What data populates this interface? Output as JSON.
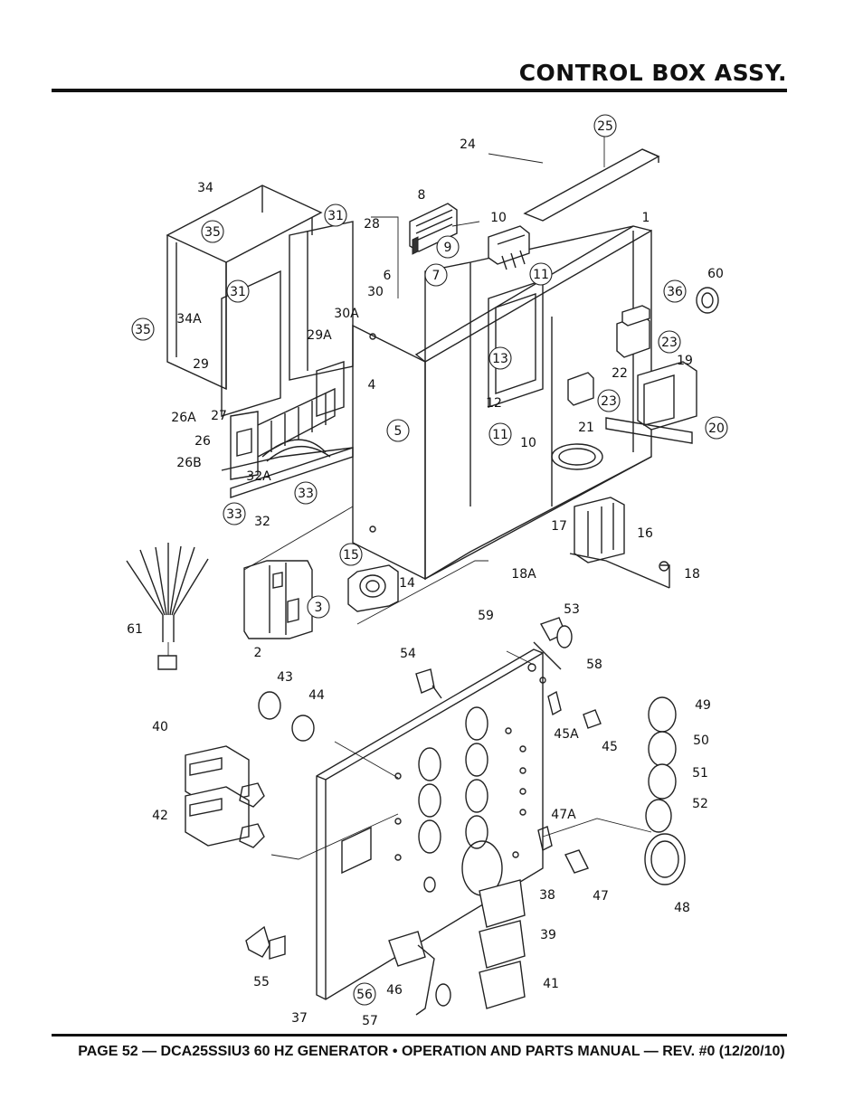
{
  "page": {
    "title": "CONTROL BOX ASSY.",
    "footer": "PAGE 52 — DCA25SSIU3 60 HZ GENERATOR • OPERATION AND PARTS MANUAL — REV. #0 (12/20/10)"
  },
  "callouts": [
    {
      "id": "c25",
      "label": "25",
      "circled": true
    },
    {
      "id": "c24",
      "label": "24",
      "circled": false
    },
    {
      "id": "c1",
      "label": "1",
      "circled": false
    },
    {
      "id": "c8",
      "label": "8",
      "circled": false
    },
    {
      "id": "c10a",
      "label": "10",
      "circled": false
    },
    {
      "id": "c9",
      "label": "9",
      "circled": true
    },
    {
      "id": "c11a",
      "label": "11",
      "circled": true
    },
    {
      "id": "c7",
      "label": "7",
      "circled": true
    },
    {
      "id": "c6",
      "label": "6",
      "circled": false
    },
    {
      "id": "c34",
      "label": "34",
      "circled": false
    },
    {
      "id": "c35a",
      "label": "35",
      "circled": true
    },
    {
      "id": "c31a",
      "label": "31",
      "circled": true
    },
    {
      "id": "c28",
      "label": "28",
      "circled": false
    },
    {
      "id": "c30",
      "label": "30",
      "circled": false
    },
    {
      "id": "c30a",
      "label": "30A",
      "circled": false
    },
    {
      "id": "c31b",
      "label": "31",
      "circled": true
    },
    {
      "id": "c29a",
      "label": "29A",
      "circled": false
    },
    {
      "id": "c34a",
      "label": "34A",
      "circled": false
    },
    {
      "id": "c35b",
      "label": "35",
      "circled": true
    },
    {
      "id": "c29",
      "label": "29",
      "circled": false
    },
    {
      "id": "c36",
      "label": "36",
      "circled": true
    },
    {
      "id": "c60",
      "label": "60",
      "circled": false
    },
    {
      "id": "c23a",
      "label": "23",
      "circled": true
    },
    {
      "id": "c13",
      "label": "13",
      "circled": true
    },
    {
      "id": "c22",
      "label": "22",
      "circled": false
    },
    {
      "id": "c19",
      "label": "19",
      "circled": false
    },
    {
      "id": "c4",
      "label": "4",
      "circled": false
    },
    {
      "id": "c12",
      "label": "12",
      "circled": false
    },
    {
      "id": "c23b",
      "label": "23",
      "circled": true
    },
    {
      "id": "c5",
      "label": "5",
      "circled": true
    },
    {
      "id": "c21",
      "label": "21",
      "circled": false
    },
    {
      "id": "c20",
      "label": "20",
      "circled": true
    },
    {
      "id": "c26a",
      "label": "26A",
      "circled": false
    },
    {
      "id": "c27",
      "label": "27",
      "circled": false
    },
    {
      "id": "c26",
      "label": "26",
      "circled": false
    },
    {
      "id": "c11b",
      "label": "11",
      "circled": true
    },
    {
      "id": "c10b",
      "label": "10",
      "circled": false
    },
    {
      "id": "c26b",
      "label": "26B",
      "circled": false
    },
    {
      "id": "c32a",
      "label": "32A",
      "circled": false
    },
    {
      "id": "c33a",
      "label": "33",
      "circled": true
    },
    {
      "id": "c33b",
      "label": "33",
      "circled": true
    },
    {
      "id": "c32",
      "label": "32",
      "circled": false
    },
    {
      "id": "c17",
      "label": "17",
      "circled": false
    },
    {
      "id": "c16",
      "label": "16",
      "circled": false
    },
    {
      "id": "c15",
      "label": "15",
      "circled": true
    },
    {
      "id": "c14",
      "label": "14",
      "circled": false
    },
    {
      "id": "c18a",
      "label": "18A",
      "circled": false
    },
    {
      "id": "c18",
      "label": "18",
      "circled": false
    },
    {
      "id": "c3",
      "label": "3",
      "circled": true
    },
    {
      "id": "c2",
      "label": "2",
      "circled": false
    },
    {
      "id": "c61",
      "label": "61",
      "circled": false
    },
    {
      "id": "c59",
      "label": "59",
      "circled": false
    },
    {
      "id": "c53",
      "label": "53",
      "circled": false
    },
    {
      "id": "c54",
      "label": "54",
      "circled": false
    },
    {
      "id": "c58",
      "label": "58",
      "circled": false
    },
    {
      "id": "c43",
      "label": "43",
      "circled": false
    },
    {
      "id": "c44",
      "label": "44",
      "circled": false
    },
    {
      "id": "c45a",
      "label": "45A",
      "circled": false
    },
    {
      "id": "c45",
      "label": "45",
      "circled": false
    },
    {
      "id": "c49",
      "label": "49",
      "circled": false
    },
    {
      "id": "c50",
      "label": "50",
      "circled": false
    },
    {
      "id": "c51",
      "label": "51",
      "circled": false
    },
    {
      "id": "c52",
      "label": "52",
      "circled": false
    },
    {
      "id": "c40",
      "label": "40",
      "circled": false
    },
    {
      "id": "c42",
      "label": "42",
      "circled": false
    },
    {
      "id": "c47a",
      "label": "47A",
      "circled": false
    },
    {
      "id": "c47",
      "label": "47",
      "circled": false
    },
    {
      "id": "c48",
      "label": "48",
      "circled": false
    },
    {
      "id": "c38",
      "label": "38",
      "circled": false
    },
    {
      "id": "c39",
      "label": "39",
      "circled": false
    },
    {
      "id": "c41",
      "label": "41",
      "circled": false
    },
    {
      "id": "c55",
      "label": "55",
      "circled": false
    },
    {
      "id": "c46",
      "label": "46",
      "circled": false
    },
    {
      "id": "c56",
      "label": "56",
      "circled": true
    },
    {
      "id": "c37",
      "label": "37",
      "circled": false
    },
    {
      "id": "c57",
      "label": "57",
      "circled": false
    }
  ]
}
